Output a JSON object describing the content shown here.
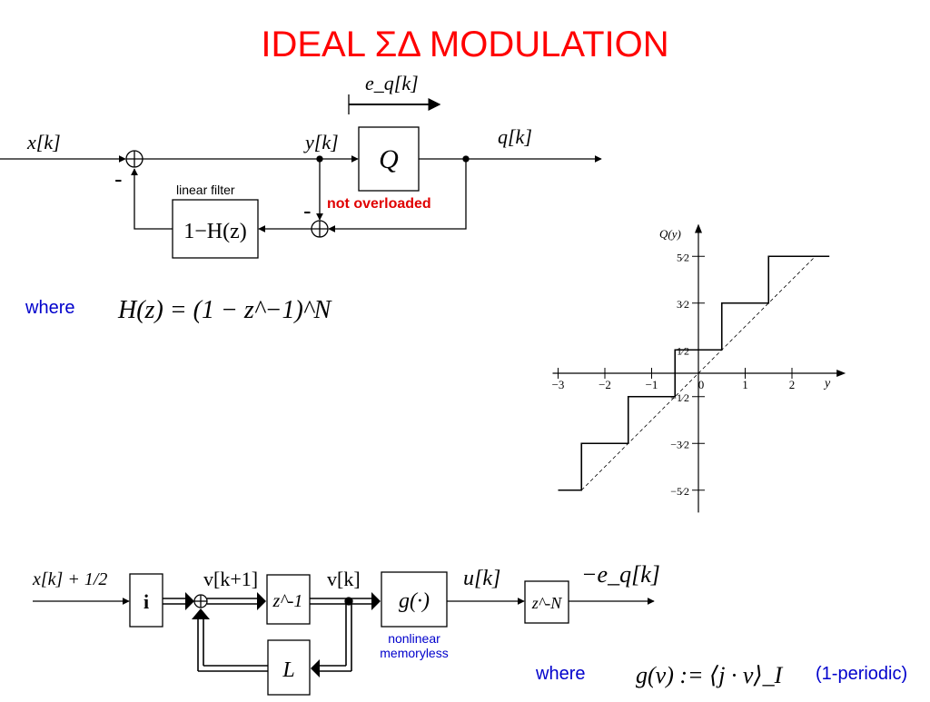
{
  "title": "IDEAL ΣΔ MODULATION",
  "colors": {
    "title": "#ff0000",
    "blue_text": "#0000cc",
    "red_text": "#e00000",
    "stroke": "#000000"
  },
  "top_diagram": {
    "input_label": "x[k]",
    "minus_sign_1": "-",
    "minus_sign_2": "-",
    "quantizer_input_label": "y[k]",
    "quantizer_label": "Q",
    "output_label": "q[k]",
    "error_label": "e_q[k]",
    "filter_caption": "linear filter",
    "filter_label": "1−H(z)",
    "not_overloaded_note": "not overloaded",
    "where_label": "where",
    "formula": "H(z) = (1 − z^−1)^N"
  },
  "quantizer_plot": {
    "ylabel": "Q(y)",
    "xlabel": "y",
    "x_ticks": [
      "−3",
      "−2",
      "−1",
      "0",
      "1",
      "2"
    ],
    "y_ticks": [
      "5⁄2",
      "3⁄2",
      "1⁄2",
      "−1⁄2",
      "−3⁄2",
      "−5⁄2"
    ]
  },
  "chart_data": {
    "type": "line",
    "title": "",
    "xlabel": "y",
    "ylabel": "Q(y)",
    "xlim": [
      -3,
      2.8
    ],
    "ylim": [
      -2.9,
      3.0
    ],
    "grid": false,
    "series": [
      {
        "x": [
          -3,
          -2.5,
          -2.5,
          -1.5,
          -1.5,
          -0.5,
          -0.5,
          0,
          0.5,
          0.5,
          1,
          1.5,
          1.5,
          2,
          2.5,
          2.5,
          2.8
        ],
        "y": [
          -2.5,
          -2.5,
          -1.5,
          -1.5,
          -0.5,
          -0.5,
          0.5,
          0.5,
          0.5,
          1.5,
          1.5,
          1.5,
          2.5,
          2.5,
          2.5,
          2.5,
          2.5
        ]
      },
      {
        "x": [
          -2.5,
          2.5
        ],
        "y": [
          -2.5,
          2.5
        ]
      }
    ]
  },
  "bottom_diagram": {
    "input_label": "x[k] + 1/2",
    "block_i_label": "i",
    "state_next_label": "v[k+1]",
    "delay_label": "z^-1",
    "state_label": "v[k]",
    "g_block_label": "g(·)",
    "g_caption_line1": "nonlinear",
    "g_caption_line2": "memoryless",
    "u_label": "u[k]",
    "delayN_label": "z^-N",
    "neg_error_label": "−e_q[k]",
    "L_block_label": "L",
    "where_label": "where",
    "g_definition": "g(v) := ⟨j · v⟩_I",
    "periodic_note": "(1-periodic)"
  }
}
